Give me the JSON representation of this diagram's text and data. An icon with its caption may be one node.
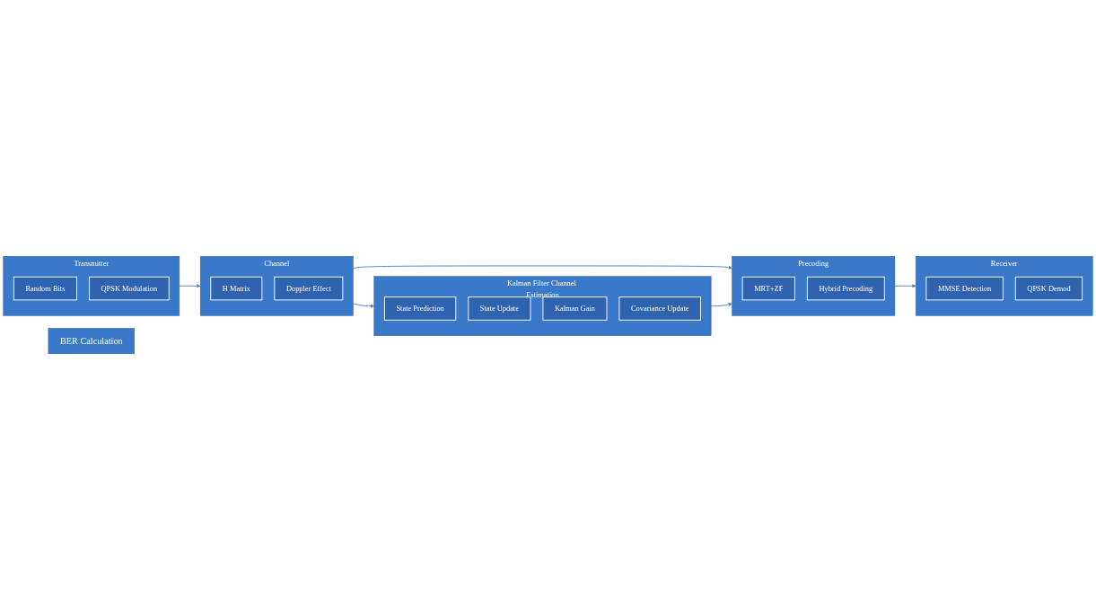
{
  "diagram": {
    "nodes": [
      {
        "text": [
          "Transmitter"
        ]
      },
      {
        "text": [
          "Random Bits"
        ],
        "in": 0
      },
      {
        "text": [
          "QPSK Modulation"
        ],
        "in": 0
      },
      {
        "text": [
          "Channel"
        ]
      },
      {
        "text": [
          "H Matrix"
        ],
        "in": 3
      },
      {
        "text": [
          "Doppler Effect"
        ],
        "in": 3
      },
      {
        "text": [
          "Precoding"
        ]
      },
      {
        "text": [
          "MRT+ZF"
        ],
        "in": 6
      },
      {
        "text": [
          "Hybrid Precoding"
        ],
        "in": 6
      },
      {
        "text": [
          "Receiver"
        ]
      },
      {
        "text": [
          "MMSE Detection"
        ],
        "in": 9
      },
      {
        "text": [
          "QPSK Demod"
        ],
        "in": 9
      },
      {
        "text": [
          "Kalman Filter Channel Estimation"
        ]
      },
      {
        "text": [
          "State Prediction"
        ],
        "in": 12
      },
      {
        "text": [
          "State Update"
        ],
        "in": 12
      },
      {
        "text": [
          "Kalman Gain"
        ],
        "in": 12
      },
      {
        "text": [
          "Covariance Update"
        ],
        "in": 12
      },
      {
        "text": [
          "BER Calculation"
        ]
      }
    ],
    "edges": [
      {
        "from": 0,
        "to": 3,
        "arrow": "to"
      },
      {
        "from": 3,
        "to": 6,
        "arrow": "to"
      },
      {
        "from": 6,
        "to": 9,
        "arrow": "to"
      },
      {
        "from": 3,
        "to": 12,
        "arrow": "to"
      },
      {
        "from": 12,
        "to": 6,
        "arrow": "to"
      }
    ]
  }
}
